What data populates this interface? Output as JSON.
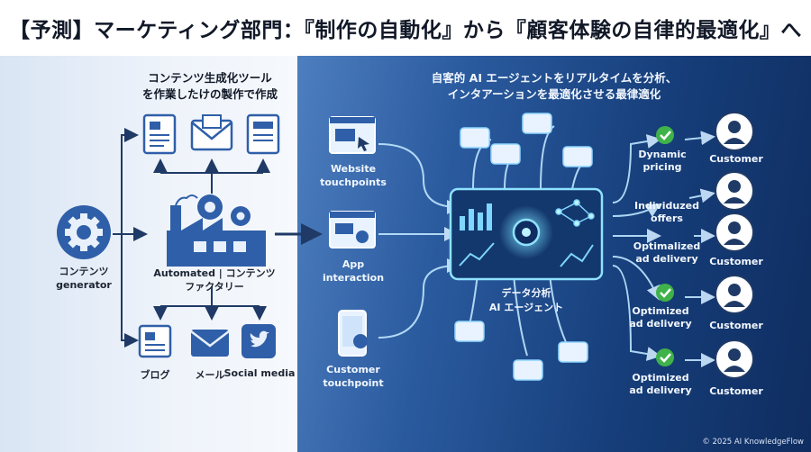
{
  "title": "【予測】マーケティング部門：『制作の自動化』から『顧客体験の自律的最適化』へ",
  "left": {
    "caption_line1": "コンテンツ生成化ツール",
    "caption_line2": "を作業したけの製作で作成",
    "generator_line1": "コンテンツ",
    "generator_line2": "generator",
    "factory_line1": "Automated | コンテンツ",
    "factory_line2": "ファクタリー",
    "blog": "ブログ",
    "mail": "メール",
    "social": "Social media"
  },
  "right": {
    "caption_line1": "自客的 AI エージェントをリアルタイムを分析、",
    "caption_line2": "インタアーションを最適化させる最律適化",
    "website_line1": "Website",
    "website_line2": "touchpoints",
    "app_line1": "App",
    "app_line2": "interaction",
    "touch_line1": "Customer",
    "touch_line2": "touchpoint",
    "hub_line1": "データ分析",
    "hub_line2": "AI エージェント",
    "outcomes": [
      {
        "line1": "Dynamic",
        "line2": "pricing"
      },
      {
        "line1": "Individuzed",
        "line2": "offers"
      },
      {
        "line1": "Optimalized",
        "line2": "ad delivery"
      },
      {
        "line1": "Optimized",
        "line2": "ad delivery"
      },
      {
        "line1": "Optimized",
        "line2": "ad delivery"
      }
    ],
    "customer": "Customer"
  },
  "copyright": "© 2025 AI KnowledgeFlow",
  "colors": {
    "icon_blue": "#2f5fa8",
    "accent_cyan": "#6fd3ff",
    "check_green": "#3fb24a"
  }
}
